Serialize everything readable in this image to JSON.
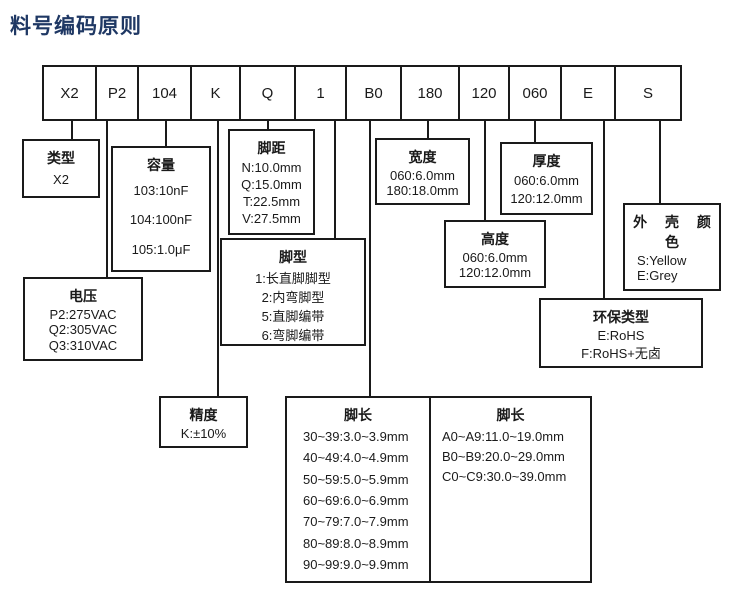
{
  "title": "料号编码原则",
  "code_row": [
    "X2",
    "P2",
    "104",
    "K",
    "Q",
    "1",
    "B0",
    "180",
    "120",
    "060",
    "E",
    "S"
  ],
  "boxes": {
    "type": {
      "title": "类型",
      "items": [
        "X2"
      ]
    },
    "capacity": {
      "title": "容量",
      "items": [
        "103:10nF",
        "104:100nF",
        "105:1.0μF"
      ]
    },
    "voltage": {
      "title": "电压",
      "items": [
        "P2:275VAC",
        "Q2:305VAC",
        "Q3:310VAC"
      ]
    },
    "pitch": {
      "title": "脚距",
      "items": [
        "N:10.0mm",
        "Q:15.0mm",
        "T:22.5mm",
        "V:27.5mm"
      ]
    },
    "pin_type": {
      "title": "脚型",
      "items": [
        "1:长直脚脚型",
        "2:内弯脚型",
        "5:直脚编带",
        "6:弯脚编带"
      ]
    },
    "width": {
      "title": "宽度",
      "items": [
        "060:6.0mm",
        "180:18.0mm"
      ]
    },
    "thickness": {
      "title": "厚度",
      "items": [
        "060:6.0mm",
        "120:12.0mm"
      ]
    },
    "height": {
      "title": "高度",
      "items": [
        "060:6.0mm",
        "120:12.0mm"
      ]
    },
    "shell_color": {
      "title": "外 壳 颜 色",
      "items": [
        "S:Yellow",
        "E:Grey"
      ]
    },
    "eco_type": {
      "title": "环保类型",
      "items": [
        "E:RoHS",
        "F:RoHS+无卤"
      ]
    },
    "precision": {
      "title": "精度",
      "items": [
        "K:±10%"
      ]
    },
    "pin_length_num": {
      "title": "脚长",
      "items": [
        "30~39:3.0~3.9mm",
        "40~49:4.0~4.9mm",
        "50~59:5.0~5.9mm",
        "60~69:6.0~6.9mm",
        "70~79:7.0~7.9mm",
        "80~89:8.0~8.9mm",
        "90~99:9.0~9.9mm"
      ]
    },
    "pin_length_alpha": {
      "title": "脚长",
      "items": [
        "A0~A9:11.0~19.0mm",
        "B0~B9:20.0~29.0mm",
        "C0~C9:30.0~39.0mm"
      ]
    }
  },
  "colors": {
    "title_text": "#1f3864",
    "line": "#1a1a1a",
    "background": "#ffffff"
  }
}
